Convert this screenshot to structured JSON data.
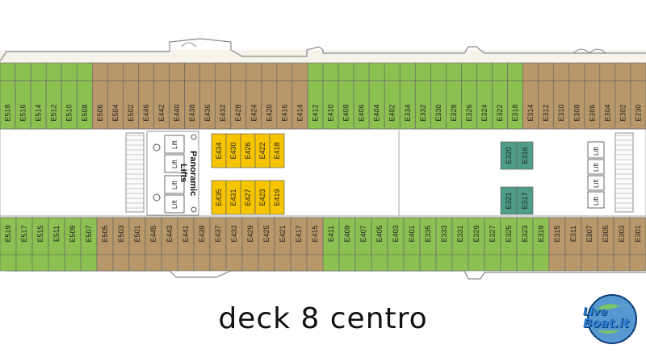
{
  "caption": "deck 8 centro",
  "logo": {
    "line1": "Live",
    "line2": "Boat.it"
  },
  "panoramic_label_1": "Panoramic",
  "panoramic_label_2": "Lifts",
  "lift_label": "Lift",
  "colors": {
    "green": "#8cc152",
    "brown": "#b8986a",
    "yellow": "#f7c500",
    "teal": "#4f9c88",
    "deck": "#f5f3ea",
    "outline": "#666666"
  },
  "top_row": [
    {
      "label": "E518",
      "color": "green"
    },
    {
      "label": "E516",
      "color": "green"
    },
    {
      "label": "E514",
      "color": "green"
    },
    {
      "label": "E512",
      "color": "green"
    },
    {
      "label": "E510",
      "color": "green"
    },
    {
      "label": "E508",
      "color": "green"
    },
    {
      "label": "E506",
      "color": "brown"
    },
    {
      "label": "E504",
      "color": "brown"
    },
    {
      "label": "E502",
      "color": "brown"
    },
    {
      "label": "E446",
      "color": "brown"
    },
    {
      "label": "E442",
      "color": "brown"
    },
    {
      "label": "E440",
      "color": "brown"
    },
    {
      "label": "E438",
      "color": "brown"
    },
    {
      "label": "E436",
      "color": "brown"
    },
    {
      "label": "E432",
      "color": "brown"
    },
    {
      "label": "E428",
      "color": "brown"
    },
    {
      "label": "E424",
      "color": "brown"
    },
    {
      "label": "E420",
      "color": "brown"
    },
    {
      "label": "E416",
      "color": "brown"
    },
    {
      "label": "E414",
      "color": "brown"
    },
    {
      "label": "E412",
      "color": "green"
    },
    {
      "label": "E410",
      "color": "green"
    },
    {
      "label": "E408",
      "color": "green"
    },
    {
      "label": "E406",
      "color": "green"
    },
    {
      "label": "E404",
      "color": "green"
    },
    {
      "label": "E402",
      "color": "green"
    },
    {
      "label": "E334",
      "color": "green"
    },
    {
      "label": "E332",
      "color": "green"
    },
    {
      "label": "E330",
      "color": "green"
    },
    {
      "label": "E328",
      "color": "green"
    },
    {
      "label": "E326",
      "color": "green"
    },
    {
      "label": "E324",
      "color": "green"
    },
    {
      "label": "E322",
      "color": "green"
    },
    {
      "label": "E318",
      "color": "green"
    },
    {
      "label": "E314",
      "color": "brown"
    },
    {
      "label": "E312",
      "color": "brown"
    },
    {
      "label": "E310",
      "color": "brown"
    },
    {
      "label": "E308",
      "color": "brown"
    },
    {
      "label": "E306",
      "color": "brown"
    },
    {
      "label": "E304",
      "color": "brown"
    },
    {
      "label": "E302",
      "color": "brown"
    },
    {
      "label": "E230",
      "color": "brown"
    }
  ],
  "bottom_row": [
    {
      "label": "E519",
      "color": "green"
    },
    {
      "label": "E517",
      "color": "green"
    },
    {
      "label": "E515",
      "color": "green"
    },
    {
      "label": "E511",
      "color": "green"
    },
    {
      "label": "E509",
      "color": "green"
    },
    {
      "label": "E507",
      "color": "green"
    },
    {
      "label": "E505",
      "color": "brown"
    },
    {
      "label": "E503",
      "color": "brown"
    },
    {
      "label": "E501",
      "color": "brown"
    },
    {
      "label": "E445",
      "color": "brown"
    },
    {
      "label": "E443",
      "color": "brown"
    },
    {
      "label": "E441",
      "color": "brown"
    },
    {
      "label": "E439",
      "color": "brown"
    },
    {
      "label": "E437",
      "color": "brown"
    },
    {
      "label": "E433",
      "color": "brown"
    },
    {
      "label": "E429",
      "color": "brown"
    },
    {
      "label": "E425",
      "color": "brown"
    },
    {
      "label": "E421",
      "color": "brown"
    },
    {
      "label": "E417",
      "color": "brown"
    },
    {
      "label": "E415",
      "color": "brown"
    },
    {
      "label": "E411",
      "color": "green"
    },
    {
      "label": "E409",
      "color": "green"
    },
    {
      "label": "E407",
      "color": "green"
    },
    {
      "label": "E405",
      "color": "green"
    },
    {
      "label": "E403",
      "color": "green"
    },
    {
      "label": "E401",
      "color": "green"
    },
    {
      "label": "E335",
      "color": "green"
    },
    {
      "label": "E333",
      "color": "green"
    },
    {
      "label": "E331",
      "color": "green"
    },
    {
      "label": "E329",
      "color": "green"
    },
    {
      "label": "E327",
      "color": "green"
    },
    {
      "label": "E325",
      "color": "green"
    },
    {
      "label": "E323",
      "color": "green"
    },
    {
      "label": "E319",
      "color": "green"
    },
    {
      "label": "E315",
      "color": "brown"
    },
    {
      "label": "E311",
      "color": "brown"
    },
    {
      "label": "E307",
      "color": "brown"
    },
    {
      "label": "E305",
      "color": "brown"
    },
    {
      "label": "E303",
      "color": "brown"
    },
    {
      "label": "E301",
      "color": "brown"
    }
  ],
  "inner_top": [
    "E434",
    "E430",
    "E426",
    "E422",
    "E418"
  ],
  "inner_bottom": [
    "E435",
    "E431",
    "E427",
    "E423",
    "E419"
  ],
  "teal_cabins": [
    "E320",
    "E316",
    "E321",
    "E317"
  ]
}
